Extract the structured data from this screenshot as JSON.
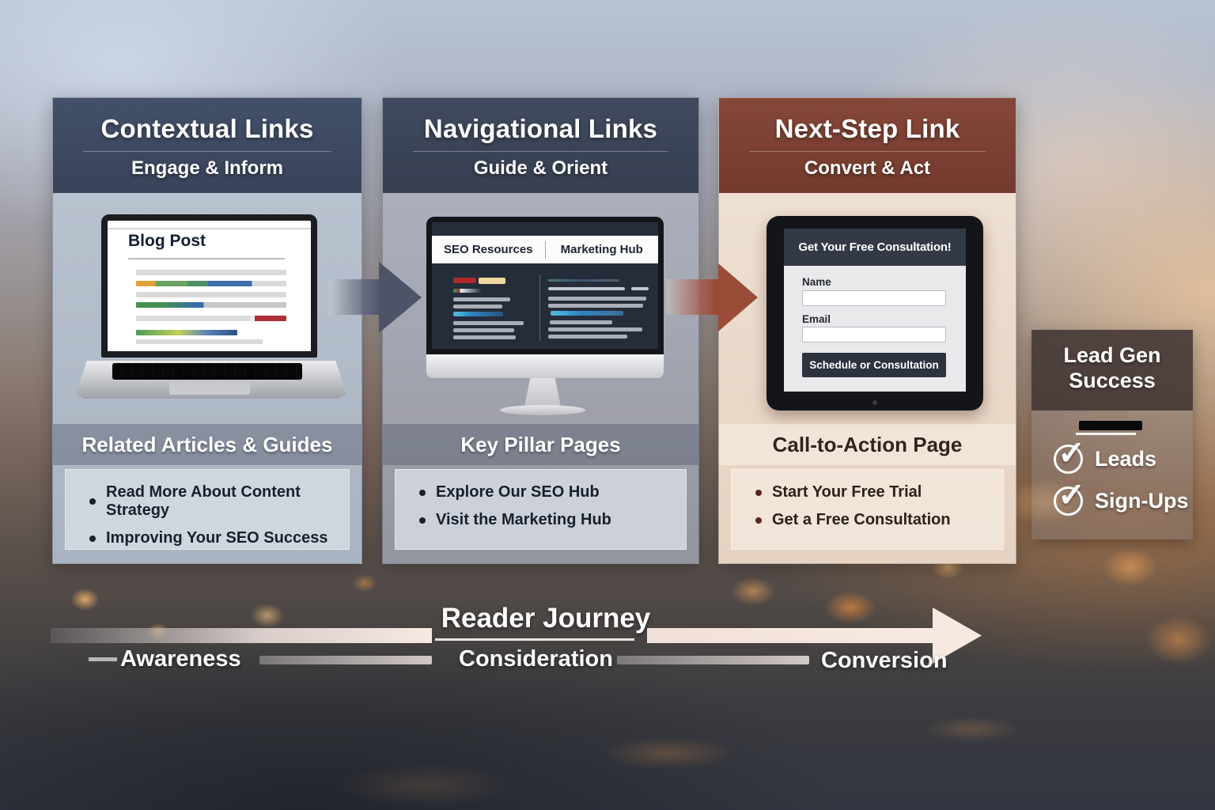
{
  "panels": [
    {
      "title": "Contextual Links",
      "subtitle": "Engage & Inform",
      "screen": {
        "title": "Blog Post"
      },
      "section_title": "Related Articles & Guides",
      "bullets": [
        "Read More About Content Strategy",
        "Improving Your SEO Success"
      ]
    },
    {
      "title": "Navigational Links",
      "subtitle": "Guide & Orient",
      "screen": {
        "nav": [
          "SEO Resources",
          "Marketing Hub"
        ]
      },
      "section_title": "Key Pillar Pages",
      "bullets": [
        "Explore Our SEO Hub",
        "Visit the Marketing Hub"
      ]
    },
    {
      "title": "Next-Step Link",
      "subtitle": "Convert & Act",
      "screen": {
        "form_title": "Get Your Free Consultation!",
        "fields": [
          {
            "label": "Name"
          },
          {
            "label": "Email"
          }
        ],
        "button": "Schedule or Consultation"
      },
      "section_title": "Call-to-Action Page",
      "bullets": [
        "Start Your Free Trial",
        "Get a Free Consultation"
      ]
    }
  ],
  "lead_gen": {
    "title_line1": "Lead Gen",
    "title_line2": "Success",
    "check_glyph": "✓",
    "items": [
      "Leads",
      "Sign-Ups"
    ]
  },
  "journey": {
    "title": "Reader Journey",
    "stages": [
      "Awareness",
      "Consideration",
      "Conversion"
    ]
  },
  "colors": {
    "header_slate": "#3d4659",
    "header_maroon": "#7a4237",
    "arrow_slate": "#4d5467",
    "arrow_brick": "#9a4c39",
    "accent_blue_bar": "#3f93c9",
    "accent_red_bar": "#b0292c",
    "accent_cream_bar": "#eedaa2"
  }
}
